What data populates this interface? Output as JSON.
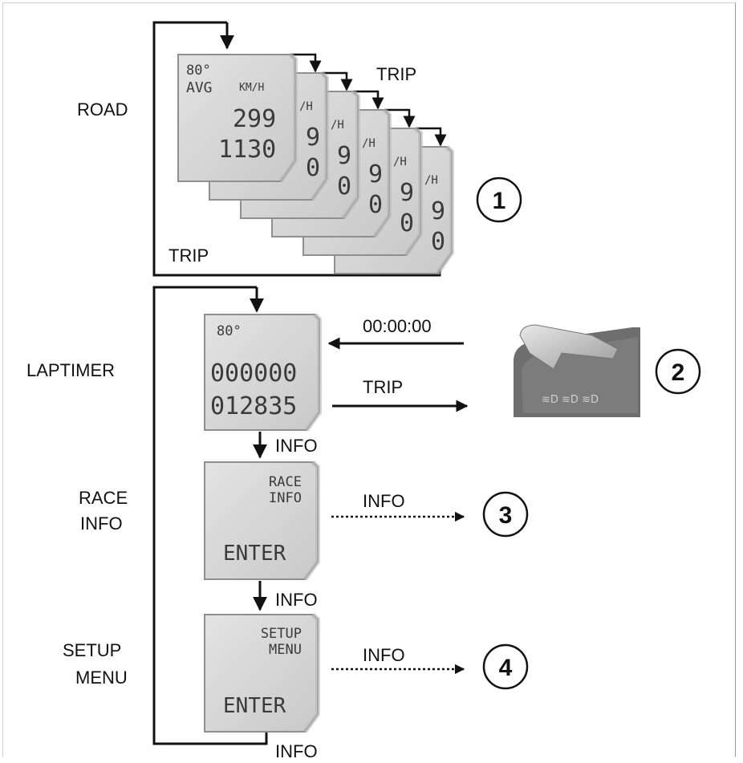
{
  "labels": {
    "road": "ROAD",
    "trip_top": "TRIP",
    "trip_bottom": "TRIP",
    "laptimer": "LAPTIMER",
    "race": "RACE",
    "info_word": "INFO",
    "setup": "SETUP",
    "menu": "MENU",
    "time_reset": "00:00:00",
    "trip_arrow": "TRIP",
    "info_down_1": "INFO",
    "info_down_2": "INFO",
    "info_return": "INFO",
    "info_arrow_3": "INFO",
    "info_arrow_4": "INFO"
  },
  "callouts": [
    "1",
    "2",
    "3",
    "4"
  ],
  "road_screen": {
    "temp": "80°",
    "avg": "AVG",
    "unit": "KM/H",
    "speed": "299",
    "trip": "1130"
  },
  "stack_screen": {
    "unit_partial": "/H",
    "digit_1": "9",
    "digit_2": "0"
  },
  "laptimer_screen": {
    "temp": "80°",
    "timer": "000000",
    "odo": "012835"
  },
  "race_screen": {
    "line1": "RACE",
    "line2": "INFO",
    "action": "ENTER"
  },
  "setup_screen": {
    "line1": "SETUP",
    "line2": "MENU",
    "action": "ENTER"
  },
  "switch_marks": {
    "text": "≋D ≋D ≋D"
  },
  "colors": {
    "lcd_face": "#d6d6d6",
    "lcd_edge": "#8f8f8f",
    "ink": "#111111",
    "switch_body": "#a8a8a8",
    "switch_dark": "#5e5e5e"
  }
}
